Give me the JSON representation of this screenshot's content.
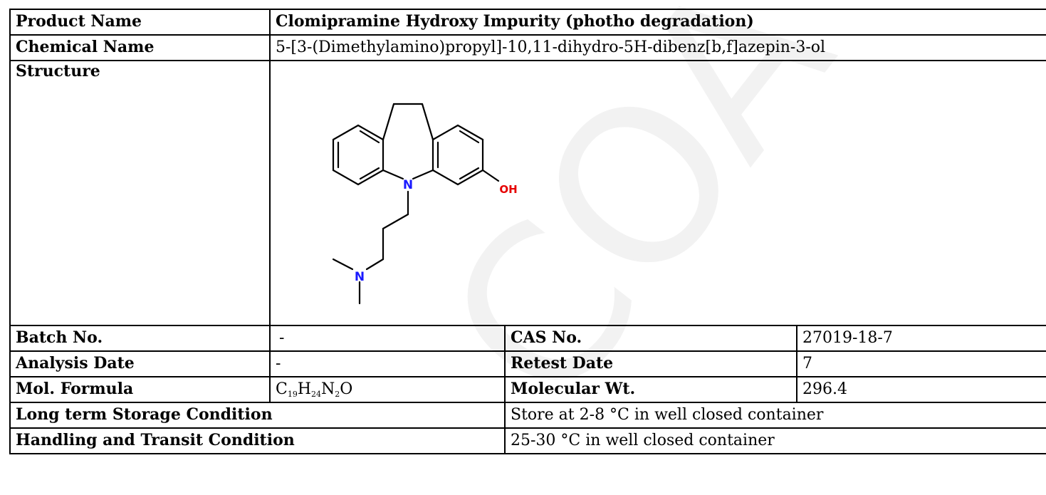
{
  "document": {
    "watermark_text": "COA",
    "product_name": {
      "label": "Product Name",
      "value": "Clomipramine Hydroxy Impurity (photho degradation)"
    },
    "chemical_name": {
      "label": "Chemical Name",
      "value": "5-[3-(Dimethylamino)propyl]-10,11-dihydro-5H-dibenz[b,f]azepin-3-ol"
    },
    "structure": {
      "label": "Structure",
      "atoms": {
        "n_ring": "N",
        "oh": "OH",
        "n_amine": "N"
      }
    },
    "batch_no": {
      "label": "Batch No.",
      "value": "-"
    },
    "cas_no": {
      "label": "CAS No.",
      "value": "27019-18-7"
    },
    "analysis_date": {
      "label": "Analysis Date",
      "value": "-"
    },
    "retest_date": {
      "label": "Retest Date",
      "value": "7"
    },
    "mol_formula": {
      "label": "Mol. Formula",
      "c": "C",
      "c_n": "19",
      "h": "H",
      "h_n": "24",
      "n": "N",
      "n_n": "2",
      "o": "O"
    },
    "molecular_wt": {
      "label": "Molecular Wt.",
      "value": "296.4"
    },
    "long_term_storage": {
      "label": "Long term Storage Condition",
      "value": "Store at 2-8 °C in well closed container"
    },
    "handling_transit": {
      "label": "Handling and Transit Condition",
      "value": "25-30 °C in well closed container"
    }
  },
  "colors": {
    "nitrogen": "#1a1aff",
    "oxygen": "#e60000",
    "bond": "#000000",
    "watermark": "#f1f1f1"
  }
}
